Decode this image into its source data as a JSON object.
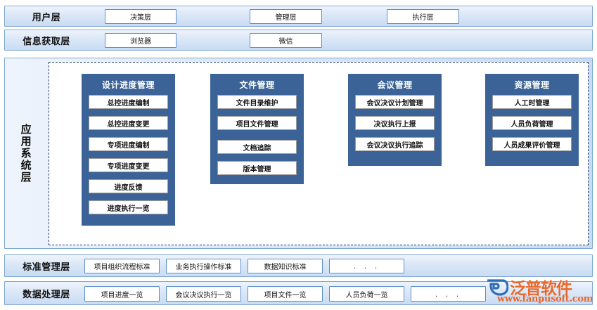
{
  "layers": {
    "user": {
      "label": "用户层",
      "items": [
        "决策层",
        "管理层",
        "执行层"
      ]
    },
    "info": {
      "label": "信息获取层",
      "items": [
        "浏览器",
        "微信"
      ]
    },
    "application": {
      "label": "应用系统层",
      "modules": [
        {
          "title": "设计进度管理",
          "items": [
            "总控进度编制",
            "总控进度变更",
            "专项进度编制",
            "专项进度变更",
            "进度反馈",
            "进度执行一览"
          ]
        },
        {
          "title": "文件管理",
          "items": [
            "文件目录维护",
            "项目文件管理",
            "文档追踪",
            "版本管理"
          ]
        },
        {
          "title": "会议管理",
          "items": [
            "会议决议计划管理",
            "决议执行上报",
            "会议决议执行追踪"
          ]
        },
        {
          "title": "资源管理",
          "items": [
            "人工时管理",
            "人员负荷管理",
            "人员成果评价管理"
          ]
        }
      ]
    },
    "standard": {
      "label": "标准管理层",
      "items": [
        "项目组织流程标准",
        "业务执行操作标准",
        "数据知识标准",
        ". . ."
      ]
    },
    "data": {
      "label": "数据处理层",
      "items": [
        "项目进度一览",
        "会议决议执行一览",
        "项目文件一览",
        "人员负荷一览",
        ". . ."
      ]
    }
  },
  "watermark": {
    "brand": "泛普软件",
    "url": "www.fanpusoft.com"
  },
  "colors": {
    "module_blue": "#3c6397",
    "band_border": "#7fa8d4",
    "chip_border": "#5b8fc9",
    "watermark_orange": "#e8672a"
  }
}
